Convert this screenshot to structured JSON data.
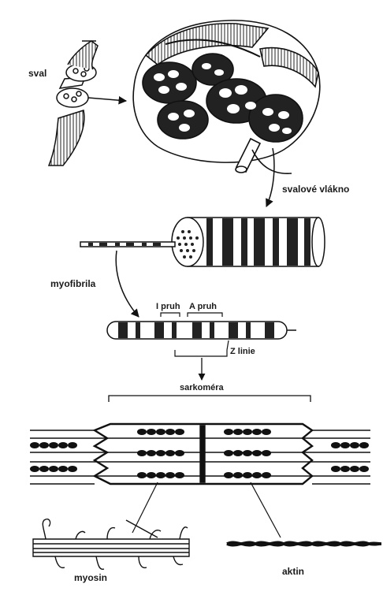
{
  "labels": {
    "muscle": "sval",
    "fiber": "svalové vlákno",
    "myofibril": "myofibrila",
    "i_band": "I pruh",
    "a_band": "A pruh",
    "z_line": "Z linie",
    "sarcomere": "sarkoméra",
    "myosin": "myosin",
    "actin": "aktin"
  }
}
